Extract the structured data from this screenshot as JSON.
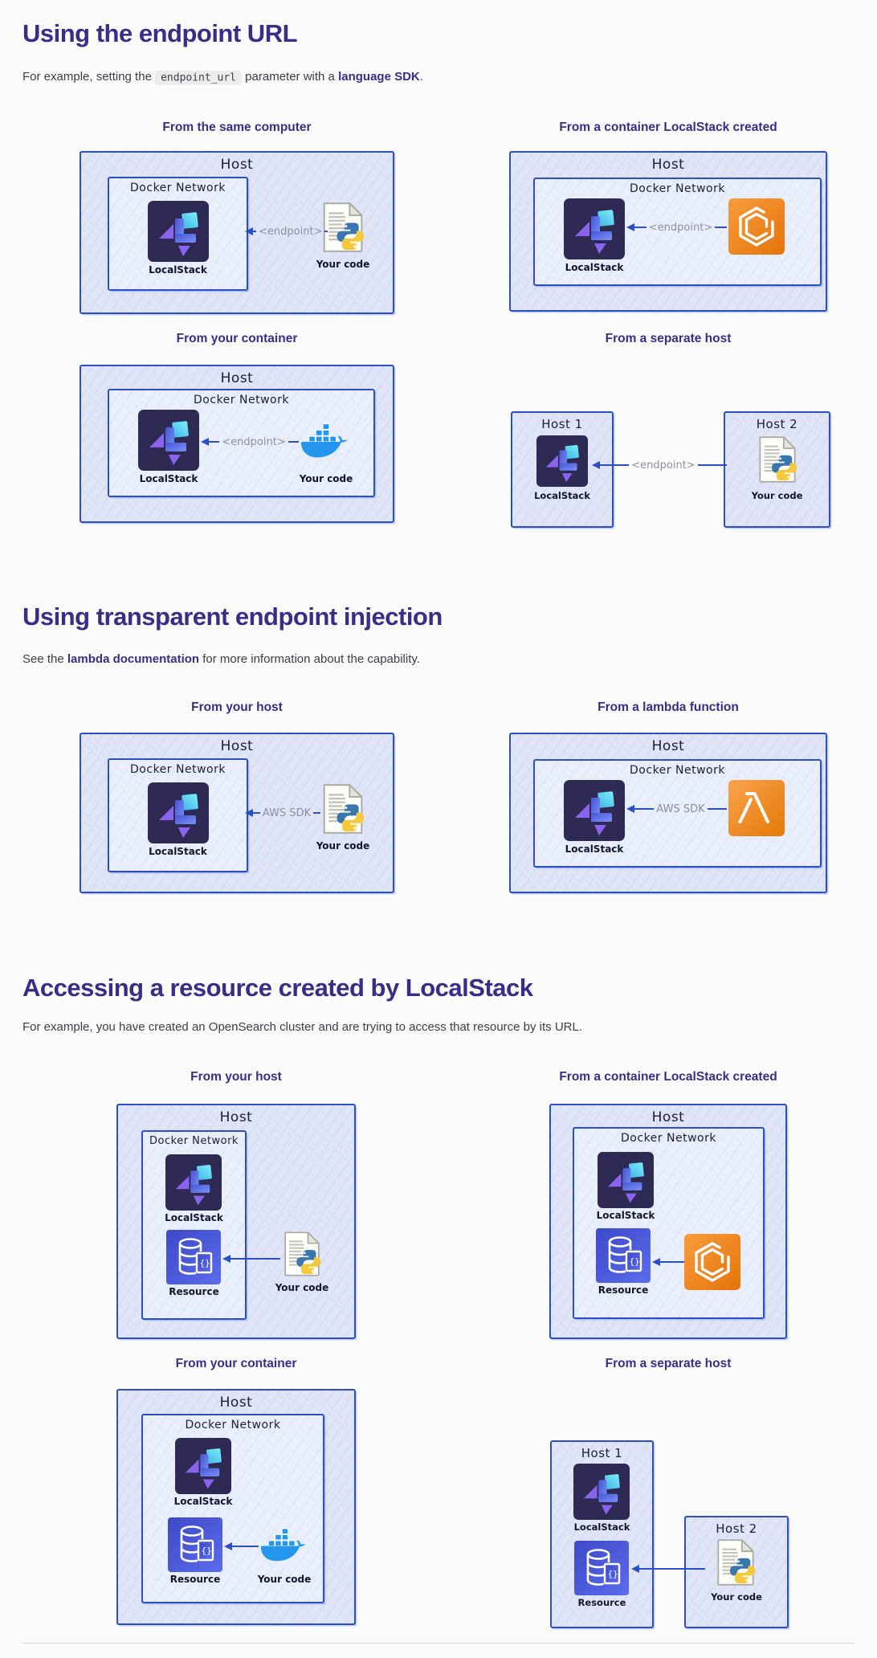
{
  "colors": {
    "page_bg": "#fbfbfb",
    "heading": "#3b2d87",
    "link": "#3b2d87",
    "body_text": "#3d3d44",
    "box_border": "#2b50c5",
    "host_fill": "#dfe5f6",
    "network_fill": "#e9eefb",
    "arrow": "#2b50c5",
    "arrow_label": "#8f8f9c",
    "code_bg": "#ececec"
  },
  "sections": [
    {
      "heading": "Using the endpoint URL",
      "paragraph_parts": {
        "prefix": "For example, setting the ",
        "code": "endpoint_url",
        "middle": " parameter with a ",
        "link": "language SDK",
        "suffix": "."
      }
    },
    {
      "heading": "Using transparent endpoint injection",
      "paragraph_parts": {
        "prefix": "See the ",
        "link": "lambda documentation",
        "suffix": " for more information about the capability."
      }
    },
    {
      "heading": "Accessing a resource created by LocalStack",
      "paragraph": "For example, you have created an OpenSearch cluster and are trying to access that resource by its URL."
    }
  ],
  "diagram_titles": {
    "same_computer": "From the same computer",
    "container_ls_created": "From a container LocalStack created",
    "your_container": "From your container",
    "separate_host": "From a separate host",
    "your_host": "From your host",
    "lambda_function": "From a lambda function"
  },
  "labels": {
    "host": "Host",
    "host1": "Host 1",
    "host2": "Host 2",
    "docker_network": "Docker Network",
    "localstack": "LocalStack",
    "your_code": "Your code",
    "resource": "Resource",
    "endpoint": "<endpoint>",
    "aws_sdk": "AWS SDK"
  },
  "icons": {
    "localstack": "localstack-logo",
    "python": "python-code-file",
    "docker": "docker-whale",
    "ecs": "amazon-ecs",
    "lambda": "aws-lambda",
    "resource": "aws-resource-database"
  }
}
